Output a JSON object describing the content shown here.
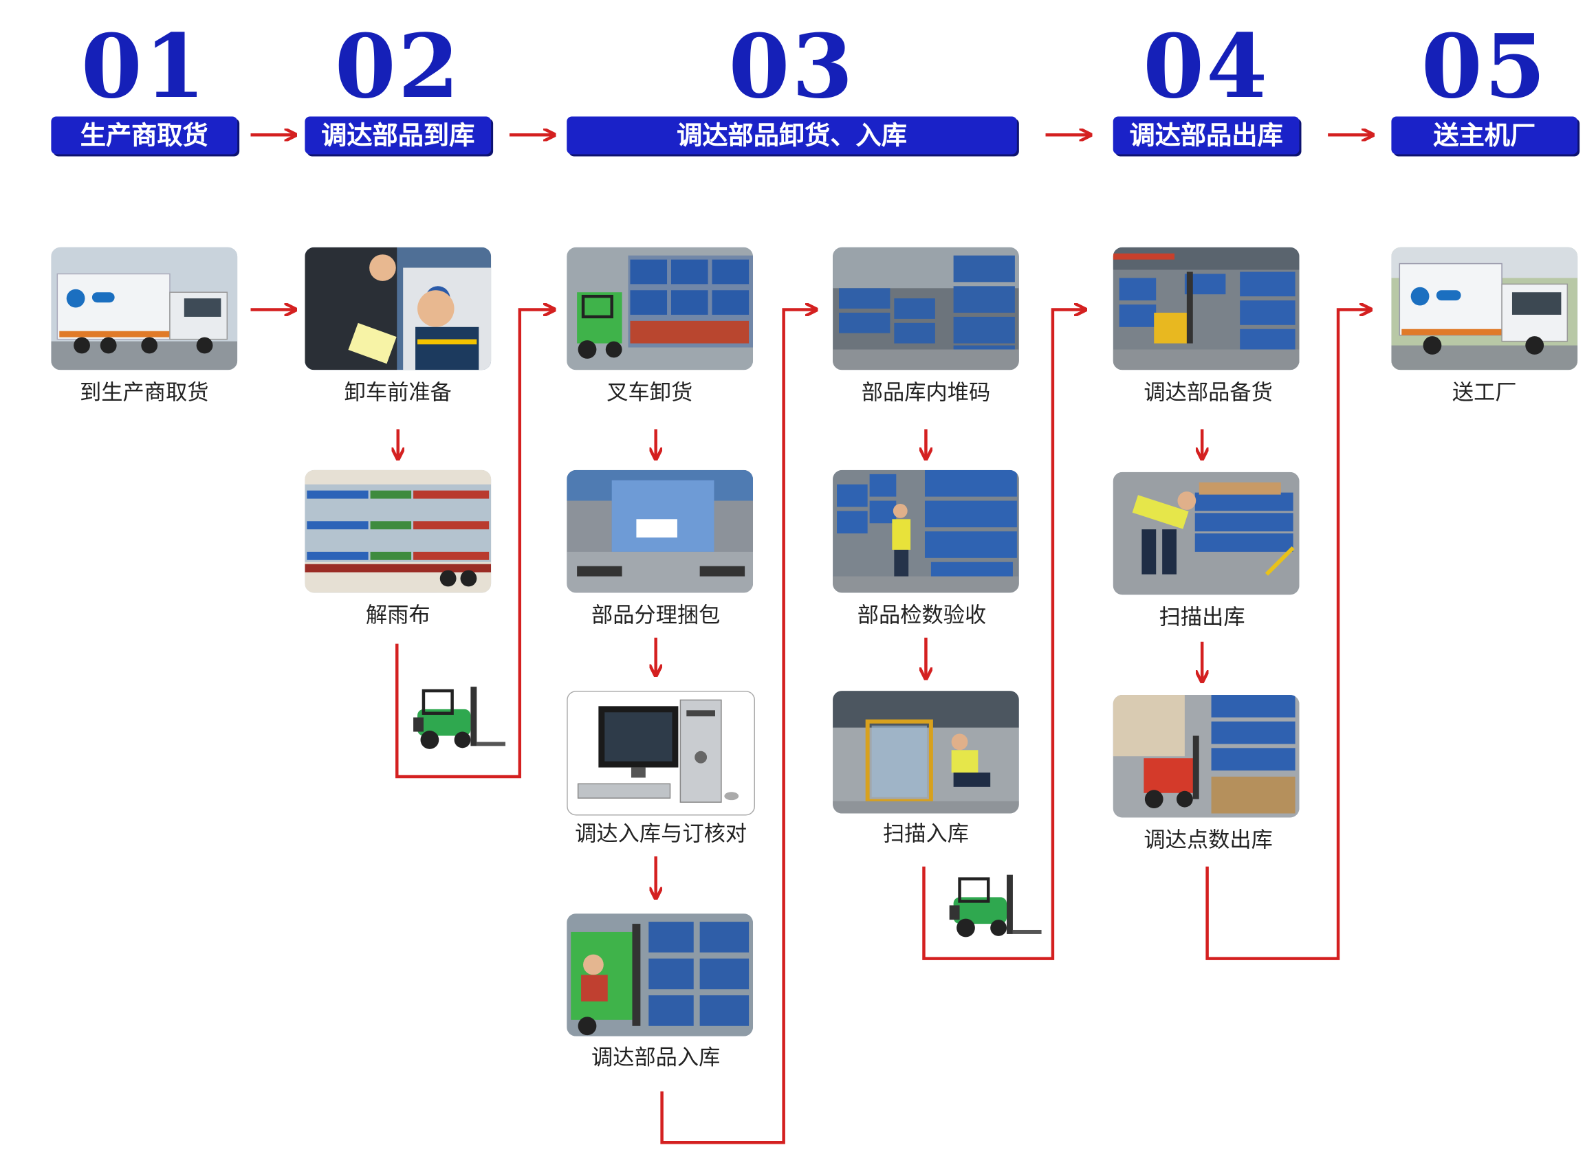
{
  "steps": [
    {
      "number": "01",
      "label": "生产商取货"
    },
    {
      "number": "02",
      "label": "调达部品到库"
    },
    {
      "number": "03",
      "label": "调达部品卸货、入库"
    },
    {
      "number": "04",
      "label": "调达部品出库"
    },
    {
      "number": "05",
      "label": "送主机厂"
    }
  ],
  "captions": {
    "pickup": "到生产商取货",
    "prep": "卸车前准备",
    "tarp": "解雨布",
    "forklift_unload": "叉车卸货",
    "sorting": "部品分理捆包",
    "order_check": "调达入库与订核对",
    "parts_in": "调达部品入库",
    "stacking": "部品库内堆码",
    "inspection": "部品检数验收",
    "scan_in": "扫描入库",
    "picking": "调达部品备货",
    "scan_out": "扫描出库",
    "count_out": "调达点数出库",
    "deliver": "送工厂"
  },
  "colors": {
    "number_blue": "#1520b8",
    "header_blue": "#1a22c8",
    "arrow_red": "#d42020",
    "forklift_green": "#2fa84f"
  },
  "icons": [
    "truck-photo",
    "forklift-icon",
    "computer-icon",
    "arrow-right-icon",
    "arrow-down-icon"
  ]
}
